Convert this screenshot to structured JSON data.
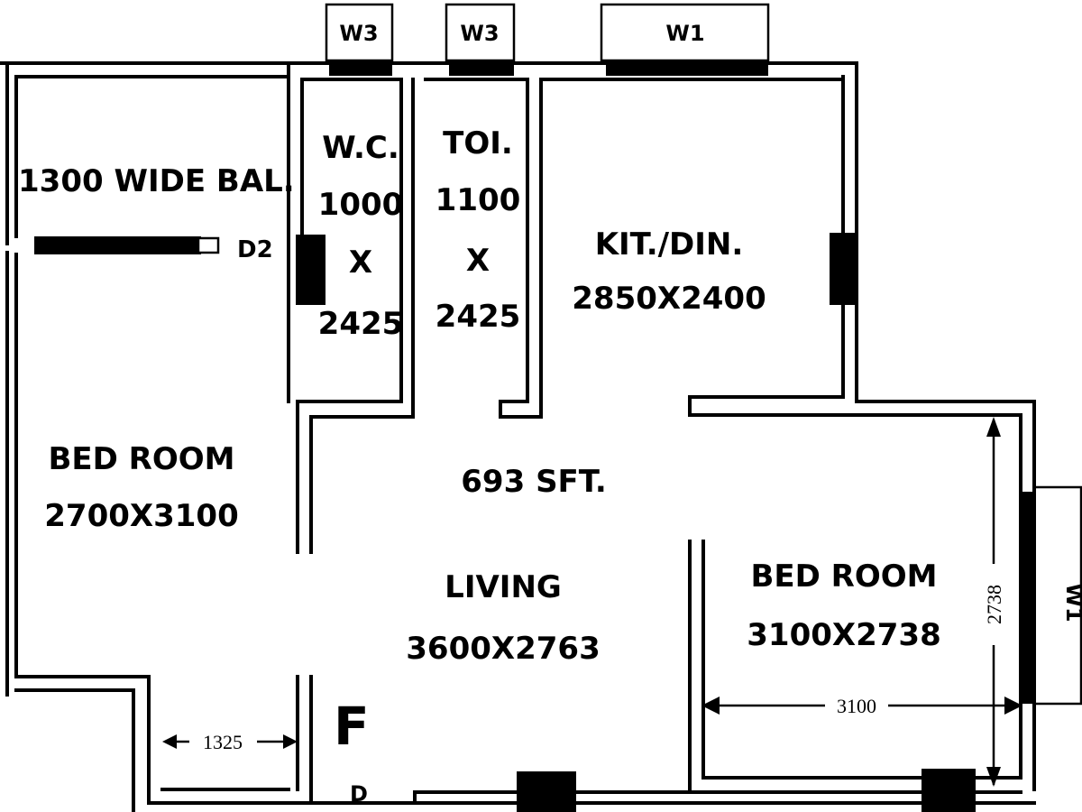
{
  "plan": {
    "total_area": "693 SFT.",
    "rooms": {
      "balcony": {
        "label": "1300 WIDE BAL."
      },
      "wc": {
        "name": "W.C.",
        "w": "1000",
        "x": "X",
        "h": "2425"
      },
      "toilet": {
        "name": "TOI.",
        "w": "1100",
        "x": "X",
        "h": "2425"
      },
      "kitchen": {
        "name": "KIT./DIN.",
        "size": "2850X2400"
      },
      "bedroom1": {
        "name": "BED ROOM",
        "size": "2700X3100"
      },
      "living": {
        "name": "LIVING",
        "size": "3600X2763"
      },
      "bedroom2": {
        "name": "BED ROOM",
        "size": "3100X2738"
      }
    },
    "windows": {
      "w3_wc": "W3",
      "w3_toilet": "W3",
      "w1_kitchen": "W1",
      "w1_bedroom": "W1"
    },
    "doors": {
      "d2": "D2",
      "main_door": "D",
      "entry_mark": "F"
    },
    "dimensions": {
      "passage_width": "1325",
      "bedroom2_width": "3100",
      "bedroom2_depth": "2738"
    }
  }
}
